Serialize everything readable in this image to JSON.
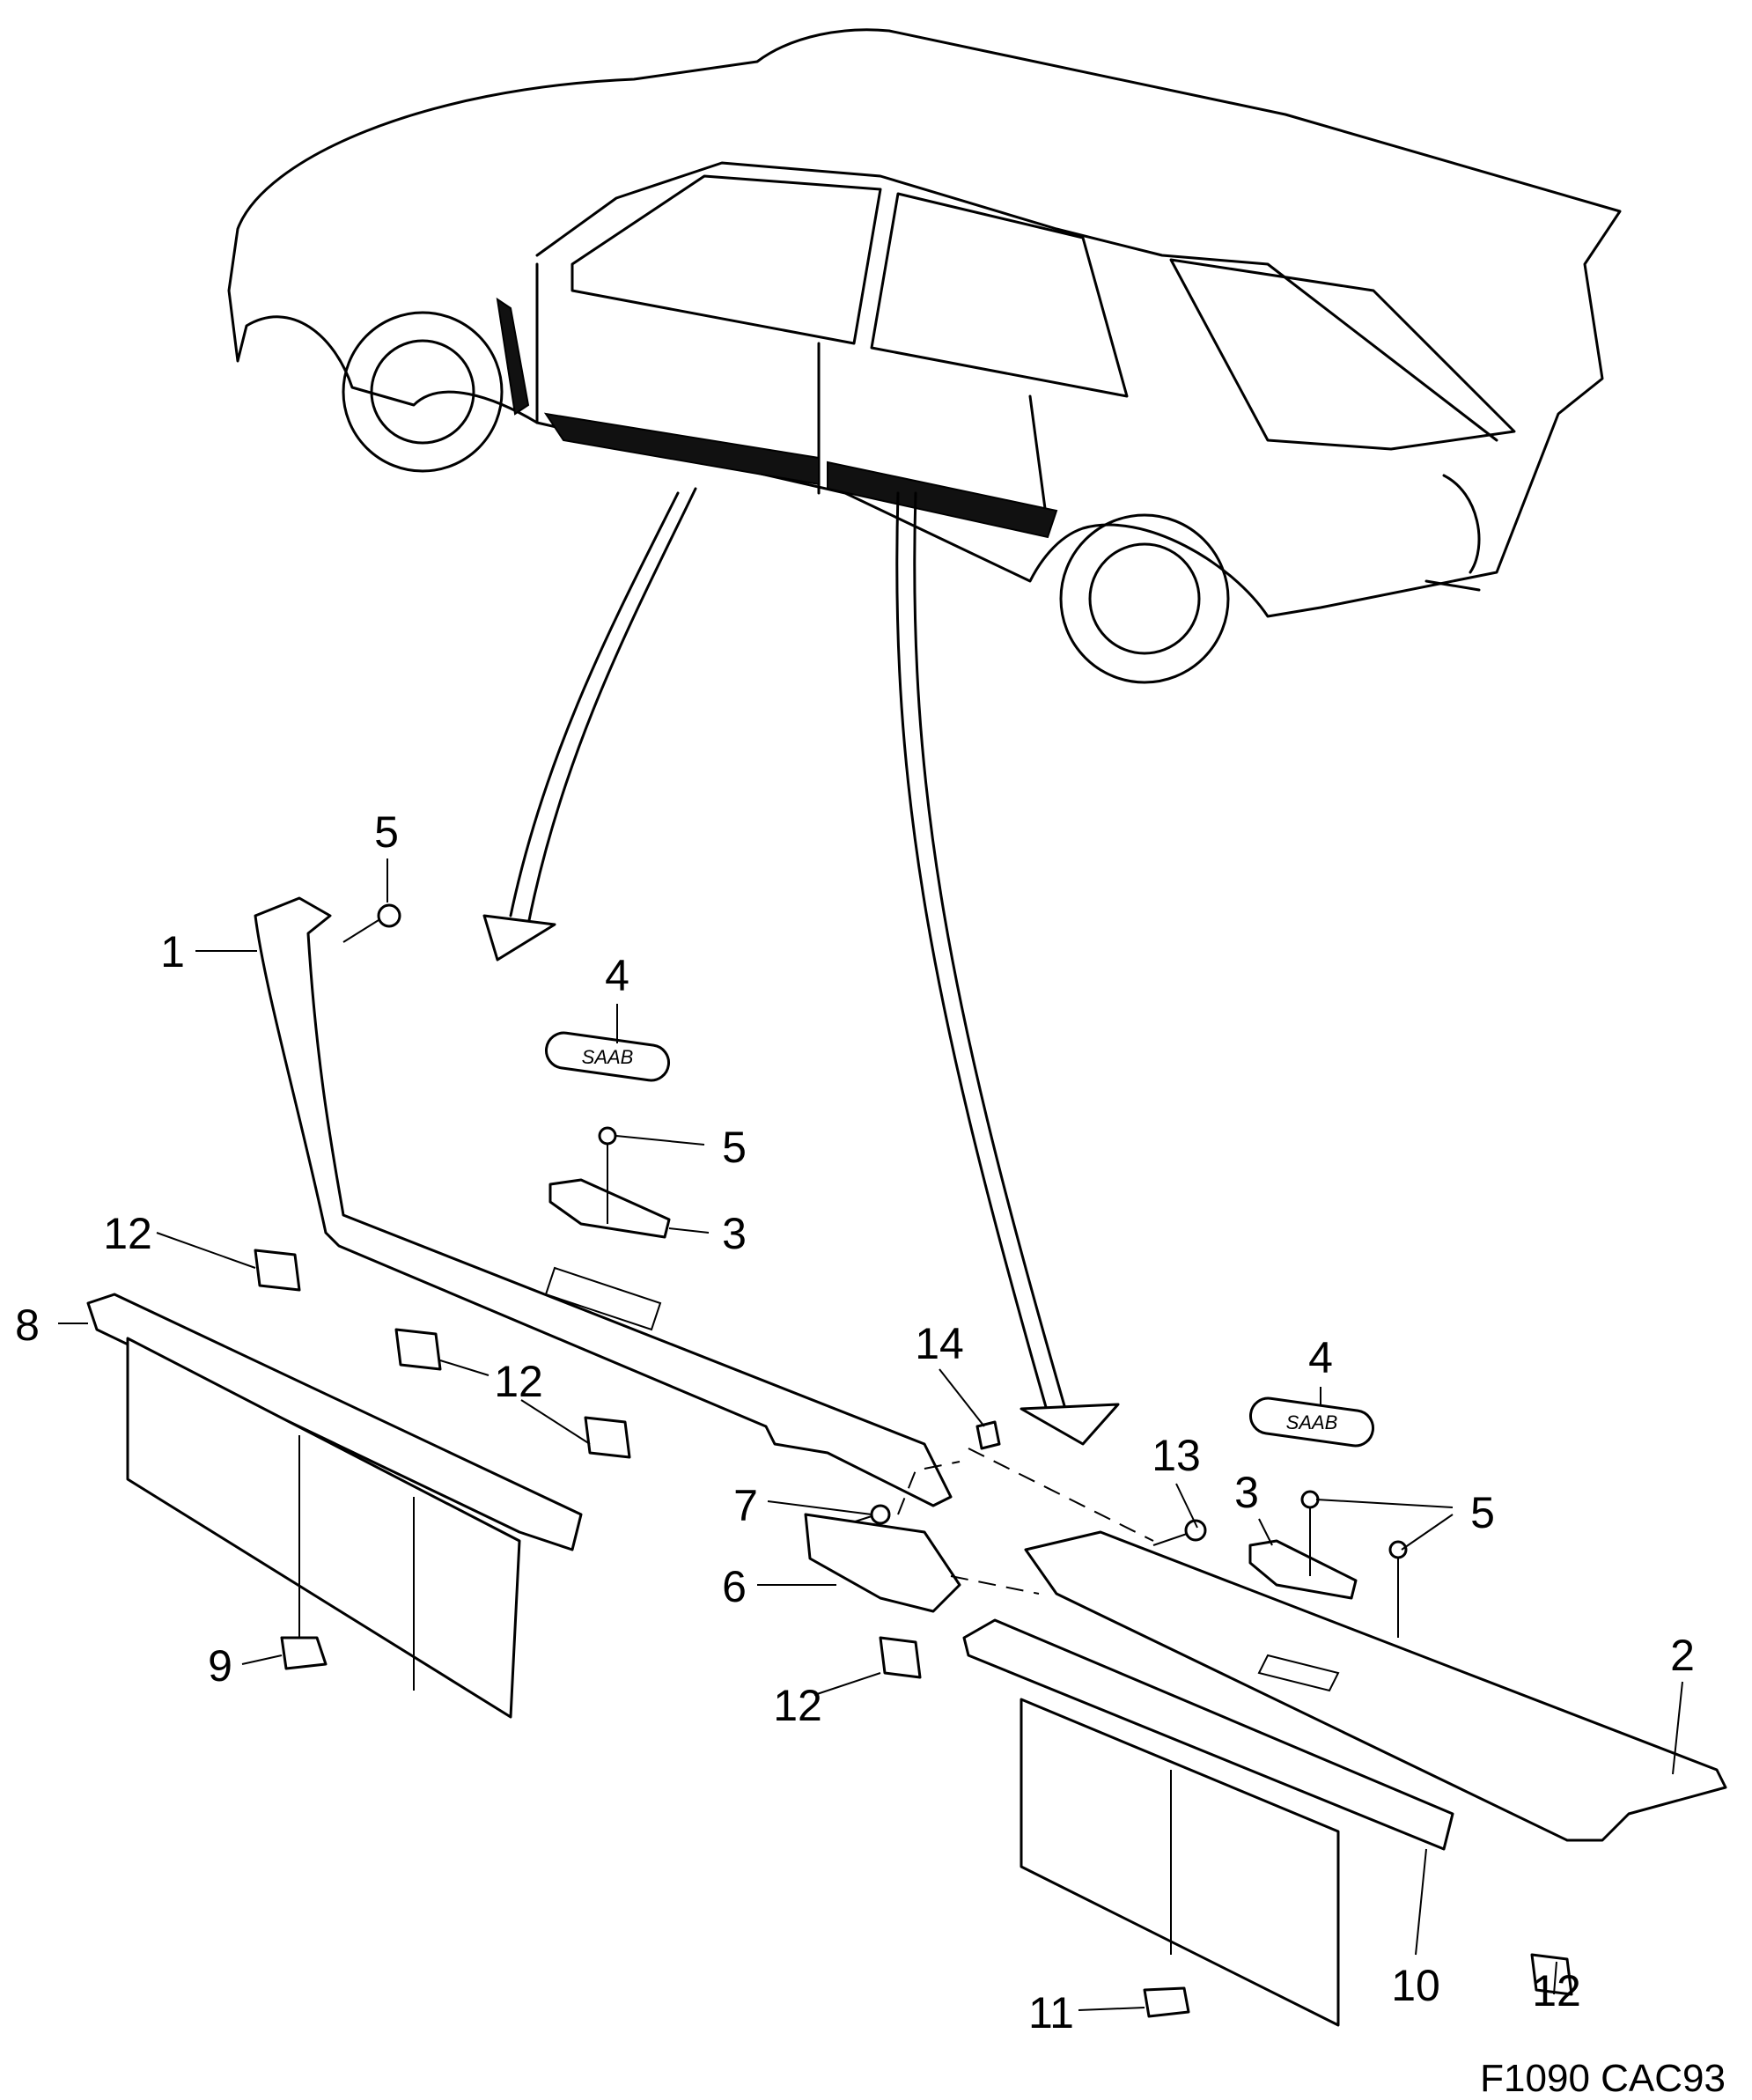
{
  "figure_code": "F1090 CAC93",
  "badge_text": "SAAB",
  "callouts": [
    {
      "id": "c5a",
      "label": "5"
    },
    {
      "id": "c1",
      "label": "1"
    },
    {
      "id": "c4a",
      "label": "4"
    },
    {
      "id": "c5b",
      "label": "5"
    },
    {
      "id": "c3a",
      "label": "3"
    },
    {
      "id": "c12a",
      "label": "12"
    },
    {
      "id": "c8",
      "label": "8"
    },
    {
      "id": "c12b",
      "label": "12"
    },
    {
      "id": "c14",
      "label": "14"
    },
    {
      "id": "c4b",
      "label": "4"
    },
    {
      "id": "c13",
      "label": "13"
    },
    {
      "id": "c3b",
      "label": "3"
    },
    {
      "id": "c5c",
      "label": "5"
    },
    {
      "id": "c7",
      "label": "7"
    },
    {
      "id": "c6",
      "label": "6"
    },
    {
      "id": "c9",
      "label": "9"
    },
    {
      "id": "c12c",
      "label": "12"
    },
    {
      "id": "c2",
      "label": "2"
    },
    {
      "id": "c10",
      "label": "10"
    },
    {
      "id": "c11",
      "label": "11"
    },
    {
      "id": "c12d",
      "label": "12"
    }
  ]
}
